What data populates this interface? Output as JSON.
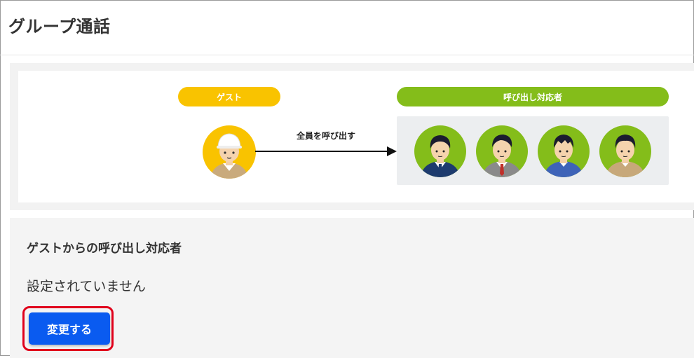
{
  "page": {
    "title": "グループ通話"
  },
  "diagram": {
    "guest_label": "ゲスト",
    "responders_label": "呼び出し対応者",
    "arrow_label": "全員を呼び出す",
    "guest_avatar": {
      "icon": "worker-helmet-avatar-icon",
      "bg": "#f9c300"
    },
    "responder_avatars": [
      {
        "icon": "person-avatar-icon",
        "suit": "#1d3b6e",
        "tie": "#1d3b6e"
      },
      {
        "icon": "person-avatar-icon",
        "suit": "#8a8a8a",
        "tie": "#c0302a"
      },
      {
        "icon": "person-avatar-icon",
        "suit": "#3e63b8",
        "tie": "#3e63b8"
      },
      {
        "icon": "person-avatar-icon",
        "suit": "#c7a87a",
        "tie": "#c7a87a"
      }
    ],
    "colors": {
      "guest": "#f9c300",
      "responders": "#84bd1a"
    }
  },
  "settings": {
    "heading": "ゲストからの呼び出し対応者",
    "value": "設定されていません",
    "change_button": "変更する"
  },
  "colors": {
    "primary_button": "#0a5bf0",
    "highlight": "#e0001b"
  }
}
